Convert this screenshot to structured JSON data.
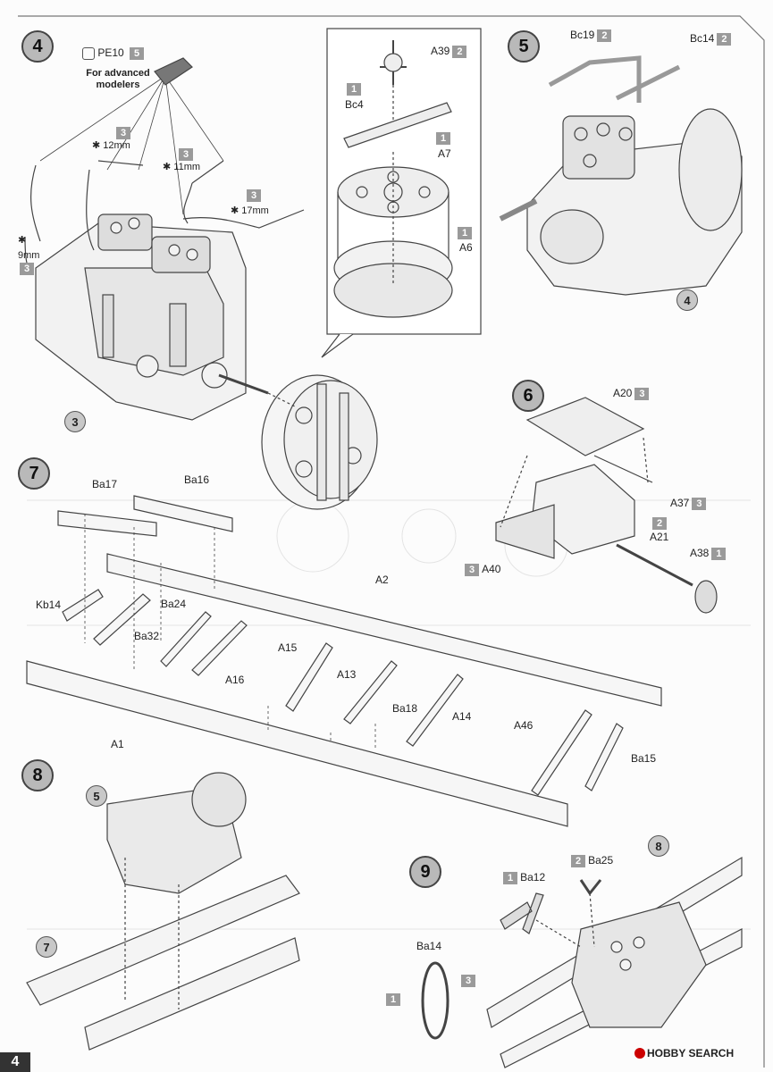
{
  "page_number": "4",
  "steps": {
    "s4": "4",
    "s5": "5",
    "s6": "6",
    "s7": "7",
    "s8": "8",
    "s9": "9"
  },
  "step4": {
    "pe_part": "PE10",
    "pe_badge": "5",
    "advanced_note": "For advanced modelers",
    "wire_12": "12mm",
    "wire_12_badge": "3",
    "wire_11": "11mm",
    "wire_11_badge": "3",
    "wire_17": "17mm",
    "wire_17_badge": "3",
    "wire_9": "9mm",
    "wire_9_badge": "3",
    "callout_3": "3",
    "A39": "A39",
    "A39_badge": "2",
    "Bc4": "Bc4",
    "Bc4_badge": "1",
    "A7": "A7",
    "A7_badge": "1",
    "A6": "A6",
    "A6_badge": "1"
  },
  "step5": {
    "Bc19": "Bc19",
    "Bc19_badge": "2",
    "Bc14": "Bc14",
    "Bc14_badge": "2",
    "callout_4": "4"
  },
  "step6": {
    "A20": "A20",
    "A20_badge": "3",
    "A37": "A37",
    "A37_badge": "3",
    "A21": "A21",
    "A21_badge": "2",
    "A38": "A38",
    "A38_badge": "1",
    "A40": "A40",
    "A40_badge": "3"
  },
  "step7": {
    "Ba17": "Ba17",
    "Ba16": "Ba16",
    "Kb14": "Kb14",
    "Ba24": "Ba24",
    "Ba32": "Ba32",
    "A16": "A16",
    "A2": "A2",
    "A15": "A15",
    "A13": "A13",
    "Ba18": "Ba18",
    "A14": "A14",
    "A1": "A1",
    "A46": "A46",
    "Ba15": "Ba15"
  },
  "step8": {
    "callout_5": "5",
    "callout_7": "7"
  },
  "step9": {
    "Ba12": "Ba12",
    "Ba12_badge": "1",
    "Ba25": "Ba25",
    "Ba25_badge": "2",
    "Ba14": "Ba14",
    "Ba14_badge_a": "1",
    "Ba14_badge_b": "3",
    "callout_8": "8"
  },
  "watermark": "HOBBY SEARCH"
}
